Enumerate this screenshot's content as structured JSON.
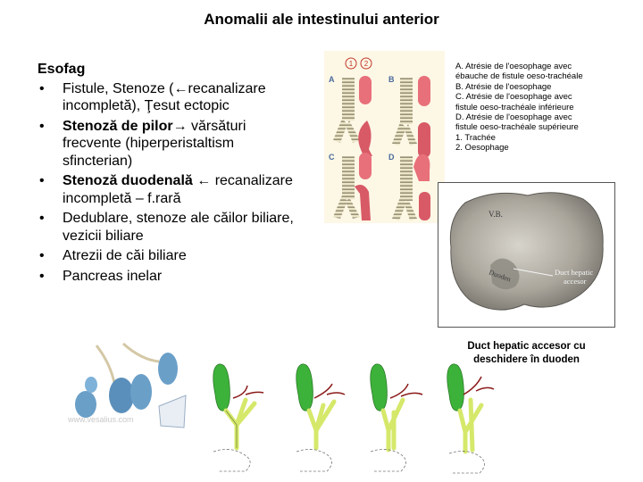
{
  "slide": {
    "title": "Anomalii ale intestinului anterior"
  },
  "left": {
    "heading": "Esofag",
    "bullet_glyph": "•",
    "items": [
      {
        "bold": "",
        "text": "Fistule, Stenoze (←recanalizare incompletă), Ţesut ectopic"
      },
      {
        "bold": "Stenoză de pilor",
        "text": "→ vărsături frecvente (hiperperistaltism sfincterian)"
      },
      {
        "bold": "Stenoză duodenală",
        "text": " ← recanalizare incompletă – f.rară"
      },
      {
        "bold": "",
        "text": "Dedublare, stenoze ale căilor biliare, vezicii biliare"
      },
      {
        "bold": "",
        "text": "Atrezii de căi biliare"
      },
      {
        "bold": "",
        "text": "Pancreas inelar"
      }
    ]
  },
  "esophagus_figure": {
    "marker_1": "1",
    "marker_2": "2",
    "panel_a": "A",
    "panel_b": "B",
    "panel_c": "C",
    "panel_d": "D"
  },
  "legend": {
    "lines": [
      "A. Atrésie de l'oesophage avec",
      "ébauche de fistule oeso-trachéale",
      "B. Atrésie de l'oesophage",
      "C. Atrésie de l'oesophage avec",
      "fistule oeso-trachéale inférieure",
      "D. Atrésie de l'oesophage avec",
      "fistule oeso-trachéale supérieure",
      "1. Trachée",
      "2. Oesophage"
    ]
  },
  "liver_photo": {
    "label_vb": "V.B.",
    "label_duoden": "Duoden",
    "label_duct_1": "Duct hepatic",
    "label_duct_2": "accesor"
  },
  "caption": {
    "line1": "Duct hepatic accesor cu",
    "line2": "deschidere în duoden"
  },
  "gallbladder_figure": {
    "watermark": "www.vesalius.com"
  },
  "colors": {
    "trachea": "#e9e3c7",
    "esophagus": "#e8707a",
    "gallbladder_green": "#3db23a",
    "duct_yellow": "#d6e86a",
    "vessel_red": "#8b1a1a",
    "gb_blue": "#6a9fc8"
  }
}
